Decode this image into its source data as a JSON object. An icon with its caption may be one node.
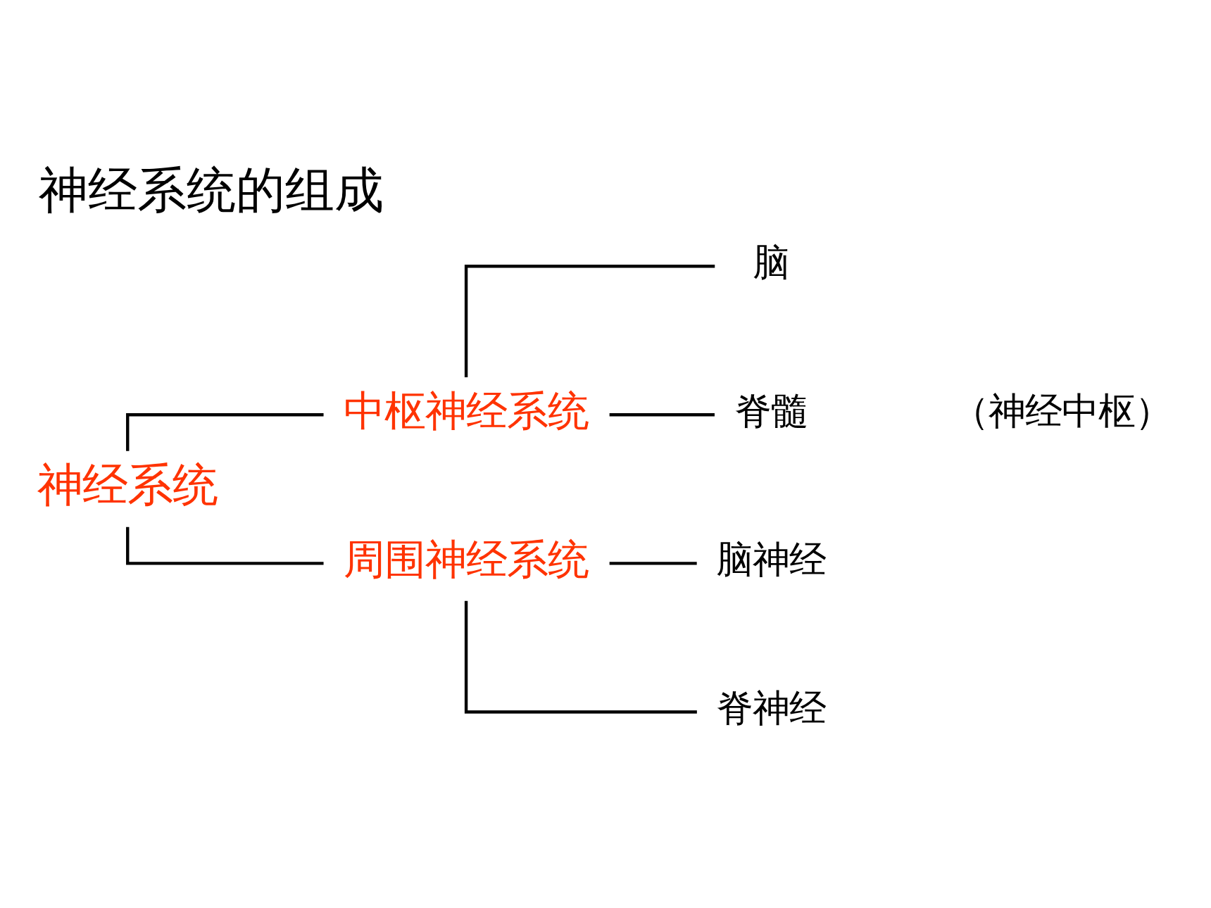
{
  "diagram": {
    "title": "神经系统的组成",
    "nodes": [
      {
        "text": [
          "神经系统"
        ]
      },
      {
        "text": [
          "中枢神经系统"
        ]
      },
      {
        "text": [
          "周围神经系统"
        ]
      },
      {
        "text": [
          "脑"
        ]
      },
      {
        "text": [
          "脊髓"
        ]
      },
      {
        "text": [
          "脑神经"
        ]
      },
      {
        "text": [
          "脊神经"
        ]
      }
    ],
    "edges": [
      {
        "from": 0,
        "to": 1,
        "arrow": "none"
      },
      {
        "from": 0,
        "to": 2,
        "arrow": "none"
      },
      {
        "from": 1,
        "to": 3,
        "arrow": "none"
      },
      {
        "from": 1,
        "to": 4,
        "arrow": "none"
      },
      {
        "from": 2,
        "to": 5,
        "arrow": "none"
      },
      {
        "from": 2,
        "to": 6,
        "arrow": "none"
      }
    ],
    "labels": [
      "（神经中枢）"
    ]
  }
}
